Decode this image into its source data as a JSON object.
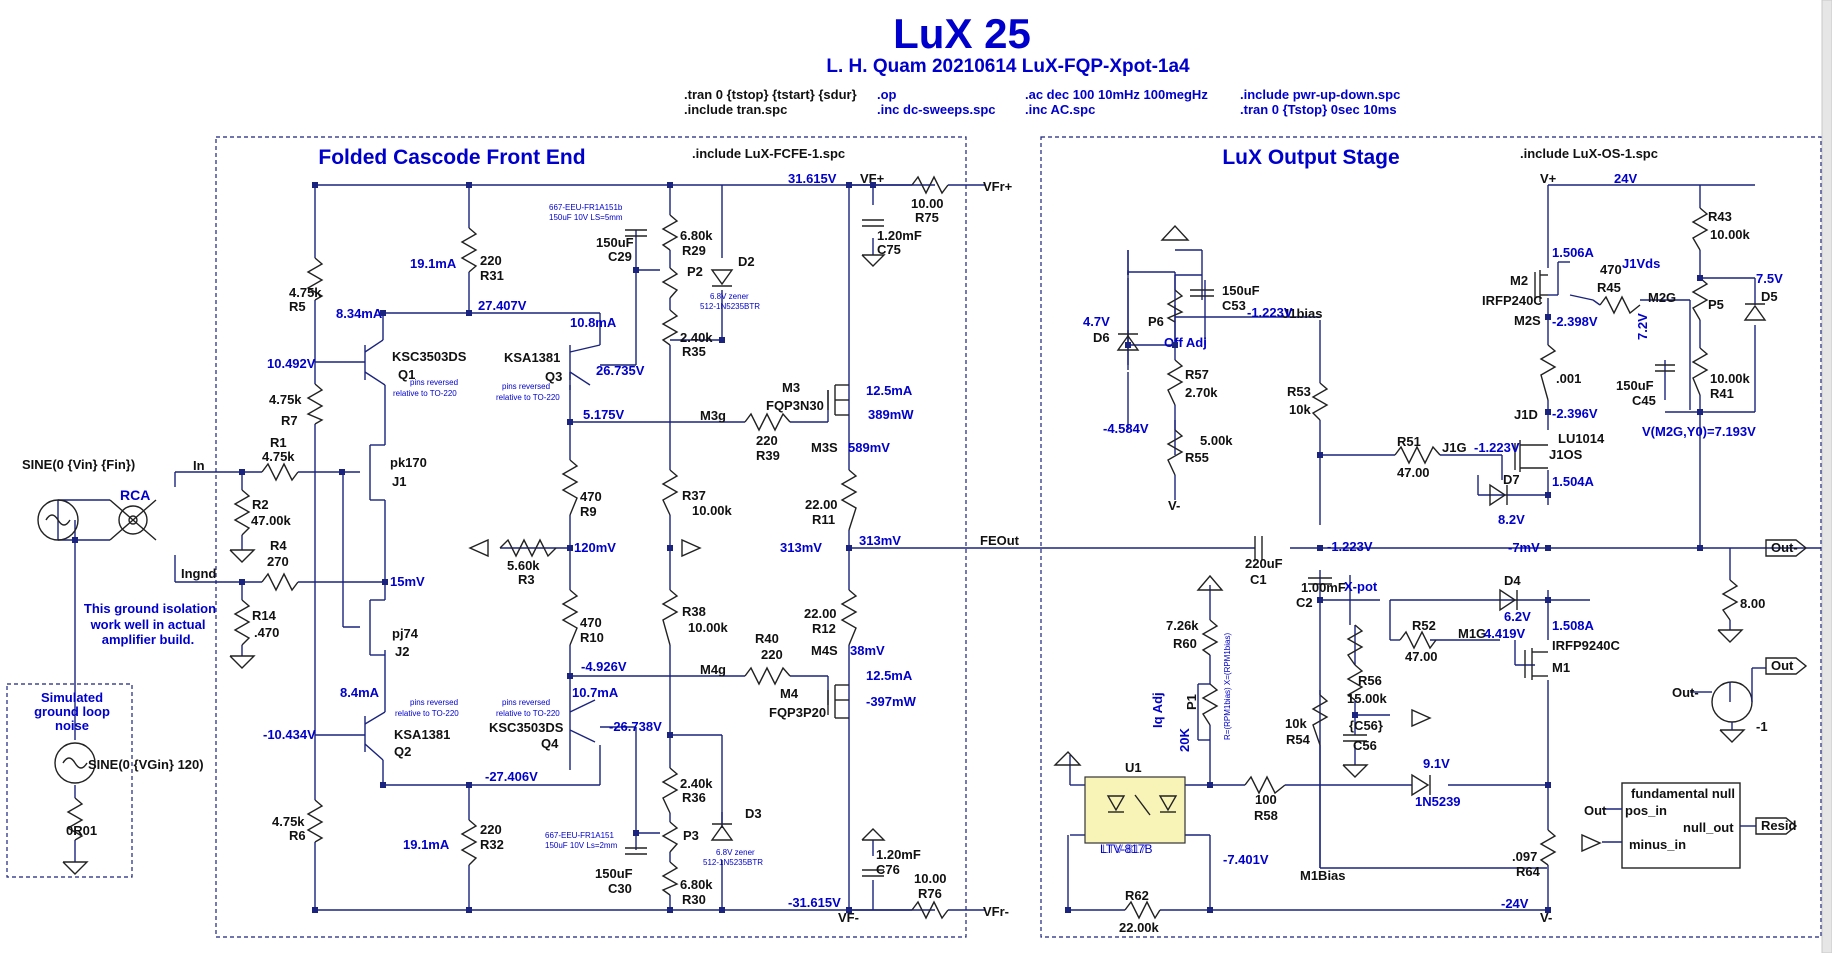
{
  "title": "LuX 25",
  "subtitle": "L. H. Quam  20210614  LuX-FQP-Xpot-1a4",
  "directives": [
    {
      "id": "d1",
      "text": ".tran 0 {tstop} {tstart} {sdur}"
    },
    {
      "id": "d2",
      "text": ".include tran.spc"
    },
    {
      "id": "d3",
      "text": ".op"
    },
    {
      "id": "d4",
      "text": ".inc dc-sweeps.spc"
    },
    {
      "id": "d5",
      "text": ".ac dec 100 10mHz 100megHz"
    },
    {
      "id": "d6",
      "text": ".inc AC.spc"
    },
    {
      "id": "d7",
      "text": ".include pwr-up-down.spc"
    },
    {
      "id": "d8",
      "text": ".tran 0 {Tstop} 0sec 10ms"
    },
    {
      "id": "d9",
      "text": ".include LuX-FCFE-1.spc"
    },
    {
      "id": "d10",
      "text": ".include LuX-OS-1.spc"
    }
  ],
  "sections": {
    "front_end": "Folded Cascode Front End",
    "output_stage": "LuX Output Stage"
  },
  "notes": {
    "ground_iso": [
      "This ground isolation",
      "work well in actual",
      "amplifier build."
    ],
    "loop_noise": [
      "Simulated",
      "ground loop",
      "noise"
    ]
  },
  "labels": [
    {
      "id": "L1",
      "t": "4.75k",
      "k": "black"
    },
    {
      "id": "L2",
      "t": "R5",
      "k": "black"
    },
    {
      "id": "L3",
      "t": "4.75k",
      "k": "black"
    },
    {
      "id": "L4",
      "t": "R7",
      "k": "black"
    },
    {
      "id": "L5",
      "t": "4.75k",
      "k": "black"
    },
    {
      "id": "L6",
      "t": "R6",
      "k": "black"
    },
    {
      "id": "L7",
      "t": "220",
      "k": "black"
    },
    {
      "id": "L8",
      "t": "R31",
      "k": "black"
    },
    {
      "id": "L9",
      "t": "220",
      "k": "black"
    },
    {
      "id": "L10",
      "t": "R32",
      "k": "black"
    },
    {
      "id": "L11",
      "t": "KSC3503DS",
      "k": "black"
    },
    {
      "id": "L12",
      "t": "Q1",
      "k": "black"
    },
    {
      "id": "L13",
      "t": "KSA1381",
      "k": "black"
    },
    {
      "id": "L14",
      "t": "Q2",
      "k": "black"
    },
    {
      "id": "L15",
      "t": "KSA1381",
      "k": "black"
    },
    {
      "id": "L16",
      "t": "Q3",
      "k": "black"
    },
    {
      "id": "L17",
      "t": "KSC3503DS",
      "k": "black"
    },
    {
      "id": "L18",
      "t": "Q4",
      "k": "black"
    },
    {
      "id": "L19",
      "t": "pk170",
      "k": "black"
    },
    {
      "id": "L20",
      "t": "J1",
      "k": "black"
    },
    {
      "id": "L21",
      "t": "pj74",
      "k": "black"
    },
    {
      "id": "L22",
      "t": "J2",
      "k": "black"
    },
    {
      "id": "L23",
      "t": "R1",
      "k": "black"
    },
    {
      "id": "L24",
      "t": "4.75k",
      "k": "black"
    },
    {
      "id": "L25",
      "t": "R2",
      "k": "black"
    },
    {
      "id": "L26",
      "t": "47.00k",
      "k": "black"
    },
    {
      "id": "L27",
      "t": "R4",
      "k": "black"
    },
    {
      "id": "L28",
      "t": "270",
      "k": "black"
    },
    {
      "id": "L29",
      "t": "R14",
      "k": "black"
    },
    {
      "id": "L30",
      "t": ".470",
      "k": "black"
    },
    {
      "id": "L31",
      "t": "In",
      "k": "black"
    },
    {
      "id": "L32",
      "t": "Ingnd",
      "k": "black"
    },
    {
      "id": "L33",
      "t": "SINE(0 {Vin} {Fin})",
      "k": "black"
    },
    {
      "id": "L34",
      "t": "RCA",
      "k": "blue"
    },
    {
      "id": "L35",
      "t": "SINE(0 {VGin} 120)",
      "k": "black"
    },
    {
      "id": "L36",
      "t": "0R01",
      "k": "black"
    },
    {
      "id": "L37",
      "t": "5.60k",
      "k": "black"
    },
    {
      "id": "L38",
      "t": "R3",
      "k": "black"
    },
    {
      "id": "L39",
      "t": "470",
      "k": "black"
    },
    {
      "id": "L40",
      "t": "R9",
      "k": "black"
    },
    {
      "id": "L41",
      "t": "470",
      "k": "black"
    },
    {
      "id": "L42",
      "t": "R10",
      "k": "black"
    },
    {
      "id": "L43",
      "t": "150uF",
      "k": "black"
    },
    {
      "id": "L44",
      "t": "C29",
      "k": "black"
    },
    {
      "id": "L45",
      "t": "150uF",
      "k": "black"
    },
    {
      "id": "L46",
      "t": "C30",
      "k": "black"
    },
    {
      "id": "L47",
      "t": "6.80k",
      "k": "black"
    },
    {
      "id": "L48",
      "t": "R29",
      "k": "black"
    },
    {
      "id": "L49",
      "t": "P2",
      "k": "black"
    },
    {
      "id": "L50",
      "t": "2.40k",
      "k": "black"
    },
    {
      "id": "L51",
      "t": "R35",
      "k": "black"
    },
    {
      "id": "L52",
      "t": "R37",
      "k": "black"
    },
    {
      "id": "L53",
      "t": "10.00k",
      "k": "black"
    },
    {
      "id": "L54",
      "t": "R38",
      "k": "black"
    },
    {
      "id": "L55",
      "t": "10.00k",
      "k": "black"
    },
    {
      "id": "L56",
      "t": "2.40k",
      "k": "black"
    },
    {
      "id": "L57",
      "t": "R36",
      "k": "black"
    },
    {
      "id": "L58",
      "t": "P3",
      "k": "black"
    },
    {
      "id": "L59",
      "t": "6.80k",
      "k": "black"
    },
    {
      "id": "L60",
      "t": "R30",
      "k": "black"
    },
    {
      "id": "L61",
      "t": "D2",
      "k": "black"
    },
    {
      "id": "L62",
      "t": "D3",
      "k": "black"
    },
    {
      "id": "L63",
      "t": "M3",
      "k": "black"
    },
    {
      "id": "L64",
      "t": "FQP3N30",
      "k": "black"
    },
    {
      "id": "L65",
      "t": "M4",
      "k": "black"
    },
    {
      "id": "L66",
      "t": "FQP3P20",
      "k": "black"
    },
    {
      "id": "L67",
      "t": "220",
      "k": "black"
    },
    {
      "id": "L68",
      "t": "R39",
      "k": "black"
    },
    {
      "id": "L69",
      "t": "R40",
      "k": "black"
    },
    {
      "id": "L70",
      "t": "220",
      "k": "black"
    },
    {
      "id": "L71",
      "t": "M3g",
      "k": "black"
    },
    {
      "id": "L72",
      "t": "M4g",
      "k": "black"
    },
    {
      "id": "L73",
      "t": "M3S",
      "k": "black"
    },
    {
      "id": "L74",
      "t": "M4S",
      "k": "black"
    },
    {
      "id": "L75",
      "t": "22.00",
      "k": "black"
    },
    {
      "id": "L76",
      "t": "R11",
      "k": "black"
    },
    {
      "id": "L77",
      "t": "22.00",
      "k": "black"
    },
    {
      "id": "L78",
      "t": "R12",
      "k": "black"
    },
    {
      "id": "L79",
      "t": "10.00",
      "k": "black"
    },
    {
      "id": "L80",
      "t": "R75",
      "k": "black"
    },
    {
      "id": "L81",
      "t": "1.20mF",
      "k": "black"
    },
    {
      "id": "L82",
      "t": "C75",
      "k": "black"
    },
    {
      "id": "L83",
      "t": "1.20mF",
      "k": "black"
    },
    {
      "id": "L84",
      "t": "C76",
      "k": "black"
    },
    {
      "id": "L85",
      "t": "10.00",
      "k": "black"
    },
    {
      "id": "L86",
      "t": "R76",
      "k": "black"
    },
    {
      "id": "L87",
      "t": "VF+",
      "k": "black"
    },
    {
      "id": "L88",
      "t": "VFr+",
      "k": "black"
    },
    {
      "id": "L89",
      "t": "VF-",
      "k": "black"
    },
    {
      "id": "L90",
      "t": "VFr-",
      "k": "black"
    },
    {
      "id": "L91",
      "t": "FEOut",
      "k": "black"
    },
    {
      "id": "L92",
      "t": "220uF",
      "k": "black"
    },
    {
      "id": "L93",
      "t": "C1",
      "k": "black"
    },
    {
      "id": "L94",
      "t": "1.00mF",
      "k": "black"
    },
    {
      "id": "L95",
      "t": "C2",
      "k": "black"
    },
    {
      "id": "L96",
      "t": "150uF",
      "k": "black"
    },
    {
      "id": "L97",
      "t": "C53",
      "k": "black"
    },
    {
      "id": "L98",
      "t": "P6",
      "k": "black"
    },
    {
      "id": "L99",
      "t": "Off Adj",
      "k": "blue"
    },
    {
      "id": "L100",
      "t": "D6",
      "k": "black"
    },
    {
      "id": "L101",
      "t": "R57",
      "k": "black"
    },
    {
      "id": "L102",
      "t": "2.70k",
      "k": "black"
    },
    {
      "id": "L103",
      "t": "5.00k",
      "k": "black"
    },
    {
      "id": "L104",
      "t": "R55",
      "k": "black"
    },
    {
      "id": "L105",
      "t": "V-",
      "k": "black"
    },
    {
      "id": "L106",
      "t": "J1bias",
      "k": "black"
    },
    {
      "id": "L107",
      "t": "R53",
      "k": "black"
    },
    {
      "id": "L108",
      "t": "10k",
      "k": "black"
    },
    {
      "id": "L109",
      "t": "R51",
      "k": "black"
    },
    {
      "id": "L110",
      "t": "47.00",
      "k": "black"
    },
    {
      "id": "L111",
      "t": "J1G",
      "k": "black"
    },
    {
      "id": "L112",
      "t": "LU1014",
      "k": "black"
    },
    {
      "id": "L113",
      "t": "J1OS",
      "k": "black"
    },
    {
      "id": "L114",
      "t": "J1D",
      "k": "black"
    },
    {
      "id": "L115",
      "t": "D7",
      "k": "black"
    },
    {
      "id": "L116",
      "t": "M2",
      "k": "black"
    },
    {
      "id": "L117",
      "t": "IRFP240C",
      "k": "black"
    },
    {
      "id": "L118",
      "t": "M2S",
      "k": "black"
    },
    {
      "id": "L119",
      "t": "470",
      "k": "black"
    },
    {
      "id": "L120",
      "t": "R45",
      "k": "black"
    },
    {
      "id": "L121",
      "t": "M2G",
      "k": "black"
    },
    {
      "id": "L122",
      "t": "P5",
      "k": "black"
    },
    {
      "id": "L123",
      "t": "D5",
      "k": "black"
    },
    {
      "id": "L124",
      "t": "R43",
      "k": "black"
    },
    {
      "id": "L125",
      "t": "10.00k",
      "k": "black"
    },
    {
      "id": "L126",
      "t": "10.00k",
      "k": "black"
    },
    {
      "id": "L127",
      "t": "R41",
      "k": "black"
    },
    {
      "id": "L128",
      "t": "150uF",
      "k": "black"
    },
    {
      "id": "L129",
      "t": "C45",
      "k": "black"
    },
    {
      "id": "L130",
      "t": ".001",
      "k": "black"
    },
    {
      "id": "L131",
      "t": "V+",
      "k": "black"
    },
    {
      "id": "L132",
      "t": "X-pot",
      "k": "blue"
    },
    {
      "id": "L133",
      "t": "R56",
      "k": "black"
    },
    {
      "id": "L134",
      "t": "15.00k",
      "k": "black"
    },
    {
      "id": "L135",
      "t": "{C56}",
      "k": "black"
    },
    {
      "id": "L136",
      "t": "C56",
      "k": "black"
    },
    {
      "id": "L137",
      "t": "R52",
      "k": "black"
    },
    {
      "id": "L138",
      "t": "47.00",
      "k": "black"
    },
    {
      "id": "L139",
      "t": "M1G",
      "k": "black"
    },
    {
      "id": "L140",
      "t": "D4",
      "k": "black"
    },
    {
      "id": "L141",
      "t": "IRFP9240C",
      "k": "black"
    },
    {
      "id": "L142",
      "t": "M1",
      "k": "black"
    },
    {
      "id": "L143",
      "t": "7.26k",
      "k": "black"
    },
    {
      "id": "L144",
      "t": "R60",
      "k": "black"
    },
    {
      "id": "L145",
      "t": "Iq Adj",
      "k": "blue"
    },
    {
      "id": "L146",
      "t": "P1",
      "k": "black"
    },
    {
      "id": "L147",
      "t": "20K",
      "k": "blue"
    },
    {
      "id": "L148",
      "t": "10k",
      "k": "black"
    },
    {
      "id": "L149",
      "t": "R54",
      "k": "black"
    },
    {
      "id": "L150",
      "t": "U1",
      "k": "black"
    },
    {
      "id": "L151",
      "t": "100",
      "k": "black"
    },
    {
      "id": "L152",
      "t": "R58",
      "k": "black"
    },
    {
      "id": "L153",
      "t": "1N5239",
      "k": "blue"
    },
    {
      "id": "L154",
      "t": "M1Bias",
      "k": "black"
    },
    {
      "id": "L155",
      "t": "R62",
      "k": "black"
    },
    {
      "id": "L156",
      "t": "22.00k",
      "k": "black"
    },
    {
      "id": "L157",
      "t": ".097",
      "k": "black"
    },
    {
      "id": "L158",
      "t": "R64",
      "k": "black"
    },
    {
      "id": "L159",
      "t": "V-",
      "k": "black"
    },
    {
      "id": "L160",
      "t": "8.00",
      "k": "black"
    },
    {
      "id": "L161",
      "t": "Out-",
      "k": "black"
    },
    {
      "id": "L162",
      "t": "Out",
      "k": "black"
    },
    {
      "id": "L163",
      "t": "Out-",
      "k": "black"
    },
    {
      "id": "L164",
      "t": "-1",
      "k": "black"
    },
    {
      "id": "L165",
      "t": "fundamental null",
      "k": "black"
    },
    {
      "id": "L166",
      "t": "pos_in",
      "k": "black"
    },
    {
      "id": "L167",
      "t": "null_out",
      "k": "black"
    },
    {
      "id": "L168",
      "t": "minus_in",
      "k": "black"
    },
    {
      "id": "L169",
      "t": "Out",
      "k": "black"
    },
    {
      "id": "L170",
      "t": "Resid",
      "k": "black"
    },
    {
      "id": "L171",
      "t": "J1Vds",
      "k": "blue"
    }
  ],
  "probes": [
    {
      "id": "P1",
      "t": "31.615V"
    },
    {
      "id": "P2",
      "t": "19.1mA"
    },
    {
      "id": "P3",
      "t": "8.34mA"
    },
    {
      "id": "P4",
      "t": "27.407V"
    },
    {
      "id": "P5",
      "t": "10.8mA"
    },
    {
      "id": "P6",
      "t": "10.492V"
    },
    {
      "id": "P7",
      "t": "26.735V"
    },
    {
      "id": "P8",
      "t": "5.175V"
    },
    {
      "id": "P9",
      "t": "12.5mA"
    },
    {
      "id": "P10",
      "t": "389mW"
    },
    {
      "id": "P11",
      "t": "589mV"
    },
    {
      "id": "P12",
      "t": "15mV"
    },
    {
      "id": "P13",
      "t": "120mV"
    },
    {
      "id": "P14",
      "t": "313mV"
    },
    {
      "id": "P15",
      "t": "313mV"
    },
    {
      "id": "P16",
      "t": "-4.926V"
    },
    {
      "id": "P17",
      "t": "38mV"
    },
    {
      "id": "P18",
      "t": "12.5mA"
    },
    {
      "id": "P19",
      "t": "-397mW"
    },
    {
      "id": "P20",
      "t": "8.4mA"
    },
    {
      "id": "P21",
      "t": "10.7mA"
    },
    {
      "id": "P22",
      "t": "-10.434V"
    },
    {
      "id": "P23",
      "t": "-26.738V"
    },
    {
      "id": "P24",
      "t": "-27.406V"
    },
    {
      "id": "P25",
      "t": "19.1mA"
    },
    {
      "id": "P26",
      "t": "-31.615V"
    },
    {
      "id": "P27",
      "t": "4.7V"
    },
    {
      "id": "P28",
      "t": "-1.223V"
    },
    {
      "id": "P29",
      "t": "-4.584V"
    },
    {
      "id": "P30",
      "t": "-1.223V"
    },
    {
      "id": "P31",
      "t": "-1.223V"
    },
    {
      "id": "P32",
      "t": "1.504A"
    },
    {
      "id": "P33",
      "t": "8.2V"
    },
    {
      "id": "P34",
      "t": "-2.396V"
    },
    {
      "id": "P35",
      "t": "-2.398V"
    },
    {
      "id": "P36",
      "t": "1.506A"
    },
    {
      "id": "P37",
      "t": "24V"
    },
    {
      "id": "P38",
      "t": "7.5V"
    },
    {
      "id": "P39",
      "t": "7.2V"
    },
    {
      "id": "P40",
      "t": "V(M2G,Y0)=7.193V"
    },
    {
      "id": "P41",
      "t": "-7mV"
    },
    {
      "id": "P42",
      "t": "6.2V"
    },
    {
      "id": "P43",
      "t": "1.508A"
    },
    {
      "id": "P44",
      "t": "4.419V"
    },
    {
      "id": "P45",
      "t": "9.1V"
    },
    {
      "id": "P46",
      "t": "-7.401V"
    },
    {
      "id": "P47",
      "t": "-24V"
    }
  ],
  "smalls": [
    {
      "id": "S1",
      "t": "667-EEU-FR1A151b"
    },
    {
      "id": "S2",
      "t": "150uF 10V LS=5mm"
    },
    {
      "id": "S3",
      "t": "6.8V zener"
    },
    {
      "id": "S4",
      "t": "512-1N5235BTR"
    },
    {
      "id": "S5",
      "t": "pins reversed"
    },
    {
      "id": "S6",
      "t": "relative to TO-220"
    },
    {
      "id": "S7",
      "t": "pins reversed"
    },
    {
      "id": "S8",
      "t": "relative to TO-220"
    },
    {
      "id": "S9",
      "t": "pins reversed"
    },
    {
      "id": "S10",
      "t": "relative to TO-220"
    },
    {
      "id": "S11",
      "t": "pins reversed"
    },
    {
      "id": "S12",
      "t": "relative to TO-220"
    },
    {
      "id": "S13",
      "t": "667-EEU-FR1A151"
    },
    {
      "id": "S14",
      "t": "150uF 10V Ls=2mm"
    },
    {
      "id": "S15",
      "t": "6.8V zener"
    },
    {
      "id": "S16",
      "t": "512-1N5235BTR"
    },
    {
      "id": "S17",
      "t": "R=(RPM1bias) X=(RPM1bias)"
    }
  ],
  "u1_overlay": {
    "a": "LTV-817B",
    "b": "LTV-817"
  },
  "colors": {
    "wire": "#1a237e",
    "text_blue": "#0000cc",
    "text_black": "#111111",
    "u1_fill": "#f8f4b8"
  }
}
